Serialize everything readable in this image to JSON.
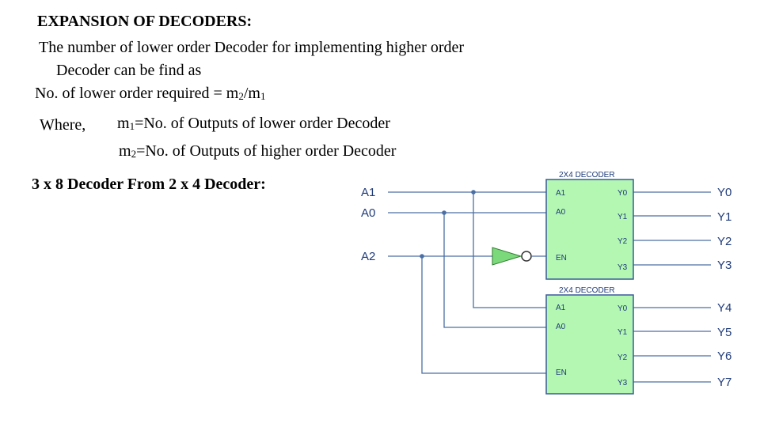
{
  "text": {
    "title": "EXPANSION OF DECODERS:",
    "line1": "The number of lower order Decoder for implementing higher order",
    "line2": "Decoder can be find as",
    "formula": {
      "prefix": "No. of lower order required = m",
      "sub1": "2",
      "mid": "/m",
      "sub2": "1"
    },
    "where": "Where,",
    "m1": {
      "m": "m",
      "sub": "1",
      "rest": "=No. of Outputs of lower order Decoder"
    },
    "m2": {
      "m": "m",
      "sub": "2",
      "rest": "=No. of Outputs of higher order Decoder"
    },
    "subtitle": "3 x 8 Decoder From 2 x 4 Decoder:"
  },
  "diagram": {
    "colors": {
      "block_fill": "#b3f7b3",
      "block_border": "#3a5a9a",
      "wire": "#4a6fa5",
      "inverter_fill": "#7bd87b",
      "label": "#1e3a78"
    },
    "inputs": [
      "A1",
      "A0",
      "A2"
    ],
    "decoders": [
      {
        "caption": "2X4 DECODER",
        "inputs": [
          "A1",
          "A0",
          "EN"
        ],
        "outputs": [
          "Y0",
          "Y1",
          "Y2",
          "Y3"
        ]
      },
      {
        "caption": "2X4 DECODER",
        "inputs": [
          "A1",
          "A0",
          "EN"
        ],
        "outputs": [
          "Y0",
          "Y1",
          "Y2",
          "Y3"
        ]
      }
    ],
    "outputs": [
      "Y0",
      "Y1",
      "Y2",
      "Y3",
      "Y4",
      "Y5",
      "Y6",
      "Y7"
    ]
  }
}
